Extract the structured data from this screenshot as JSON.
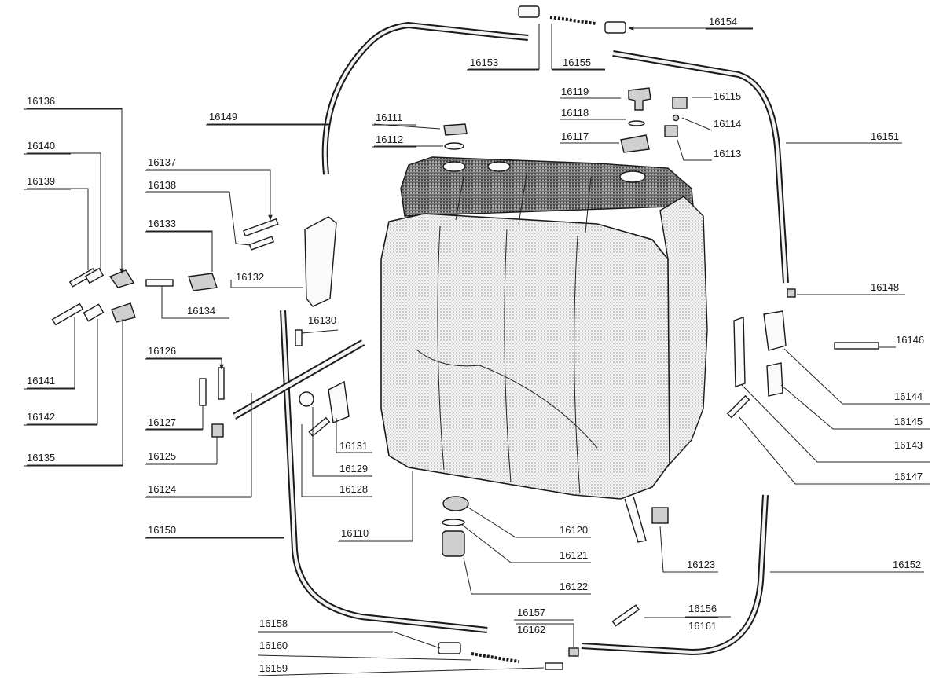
{
  "labels": {
    "l16154": "16154",
    "l16153": "16153",
    "l16155": "16155",
    "l16136": "16136",
    "l16149": "16149",
    "l16119": "16119",
    "l16115": "16115",
    "l16111": "16111",
    "l16118": "16118",
    "l16114": "16114",
    "l16112": "16112",
    "l16117": "16117",
    "l16151": "16151",
    "l16140": "16140",
    "l16113": "16113",
    "l16137": "16137",
    "l16139": "16139",
    "l16138": "16138",
    "l16133": "16133",
    "l16132": "16132",
    "l16148": "16148",
    "l16134": "16134",
    "l16130": "16130",
    "l16146": "16146",
    "l16126": "16126",
    "l16141": "16141",
    "l16144": "16144",
    "l16142": "16142",
    "l16145": "16145",
    "l16127": "16127",
    "l16131": "16131",
    "l16143": "16143",
    "l16135": "16135",
    "l16125": "16125",
    "l16129": "16129",
    "l16147": "16147",
    "l16124": "16124",
    "l16128": "16128",
    "l16150": "16150",
    "l16120": "16120",
    "l16110": "16110",
    "l16121": "16121",
    "l16123": "16123",
    "l16152": "16152",
    "l16122": "16122",
    "l16157": "16157",
    "l16156": "16156",
    "l16158": "16158",
    "l16162": "16162",
    "l16161": "16161",
    "l16160": "16160",
    "l16159": "16159"
  }
}
